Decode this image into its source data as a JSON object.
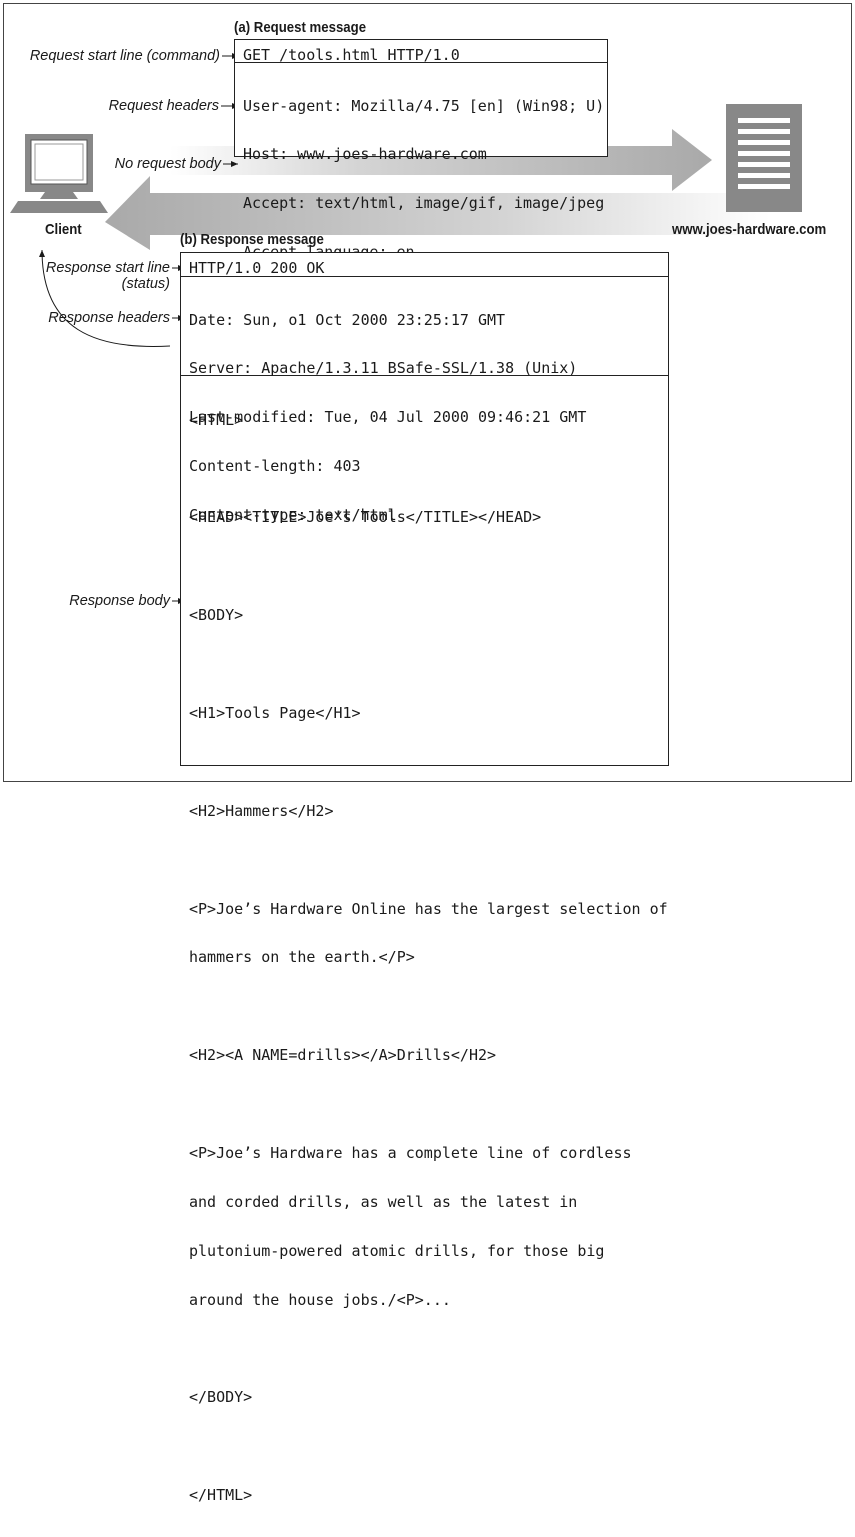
{
  "request": {
    "title": "(a) Request message",
    "start_line": "GET /tools.html HTTP/1.0",
    "headers": [
      "User-agent: Mozilla/4.75 [en] (Win98; U)",
      "Host: www.joes-hardware.com",
      "Accept: text/html, image/gif, image/jpeg",
      "Accept-language: en"
    ]
  },
  "response": {
    "title": "(b) Response message",
    "start_line": "HTTP/1.0 200 OK",
    "headers": [
      "Date: Sun, o1 Oct 2000 23:25:17 GMT",
      "Server: Apache/1.3.11 BSafe-SSL/1.38 (Unix)",
      "Last-modified: Tue, 04 Jul 2000 09:46:21 GMT",
      "Content-length: 403",
      "Content-type: text/html"
    ],
    "body": [
      "<HTML>",
      "",
      "<HEAD><TITLE>Joe’s Tools</TITLE></HEAD>",
      "",
      "<BODY>",
      "",
      "<H1>Tools Page</H1>",
      "",
      "<H2>Hammers</H2>",
      "",
      "<P>Joe’s Hardware Online has the largest selection of",
      "hammers on the earth.</P>",
      "",
      "<H2><A NAME=drills></A>Drills</H2>",
      "",
      "<P>Joe’s Hardware has a complete line of cordless",
      "and corded drills, as well as the latest in",
      "plutonium-powered atomic drills, for those big",
      "around the house jobs./<P>...",
      "",
      "</BODY>",
      "",
      "</HTML>"
    ]
  },
  "labels": {
    "request_start_line": "Request start line (command)",
    "request_headers": "Request headers",
    "no_request_body": "No request body",
    "response_start_line": "Response start line",
    "response_start_line_status": "(status)",
    "response_headers": "Response headers",
    "response_body": "Response body"
  },
  "client_label": "Client",
  "server_label": "www.joes-hardware.com",
  "icons": {
    "client": "computer-monitor-icon",
    "server": "server-tower-icon"
  }
}
